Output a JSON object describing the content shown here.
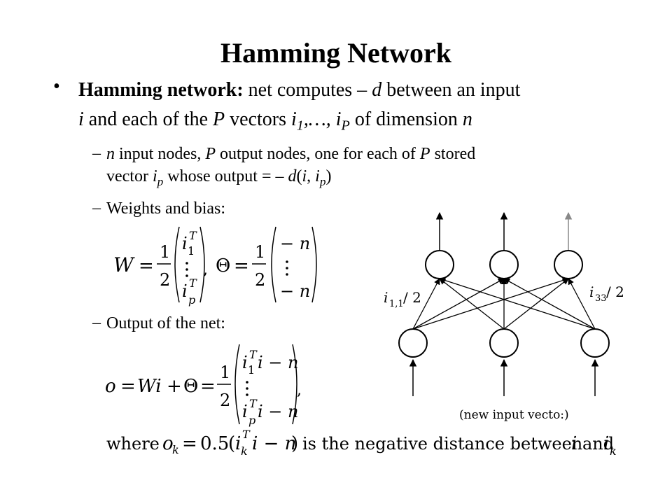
{
  "slide": {
    "title": "Hamming Network",
    "bullet": {
      "term": "Hamming network:",
      "t1": " net computes – ",
      "d": "d",
      "t2": " between an input",
      "i": "i",
      "t3": " and each of the ",
      "P": "P",
      "t4": " vectors ",
      "i1": "i",
      "sub1": "1",
      "ell": ",…, ",
      "iP": "i",
      "subP": "P",
      "t5": " of dimension ",
      "n": "n"
    },
    "sub1": {
      "n": "n",
      "t1": " input nodes, ",
      "P": "P",
      "t2": " output nodes, one for each of ",
      "P2": "P",
      "t3": " stored",
      "t4": "vector ",
      "ip": "i",
      "p": "p",
      "t5": " whose output = – ",
      "d": "d",
      "t6": "(",
      "i": "i",
      "t7": ", ",
      "ip2": "i",
      "p2": "p",
      "t8": ")"
    },
    "sub2": "Weights and bias:",
    "sub3": "Output of the net:",
    "dash": "–",
    "bulletdot": "•"
  },
  "math": {
    "W": "W",
    "Theta": "Θ",
    "eq": "=",
    "one": "1",
    "two": "2",
    "i": "i",
    "T": "T",
    "sub_1": "1",
    "sub_p": "p",
    "minus_n": "− n",
    "comma": ",",
    "o": "o",
    "Wi": "Wi",
    "plus": "+",
    "i_minus_n": "i − n",
    "where_text": "where",
    "o_k": "o",
    "k": "k",
    "half": "0.5",
    "open_paren": "(",
    "close_paren": ")",
    "tail_text": "is the negative distance between",
    "and_text": "and"
  },
  "diagram": {
    "label_left": "i",
    "label_left_sub": "1,1",
    "label_left_div": "/ 2",
    "label_right": "i",
    "label_right_sub": "33",
    "label_right_div": "/ 2",
    "caption": "(new input vecto:)"
  }
}
